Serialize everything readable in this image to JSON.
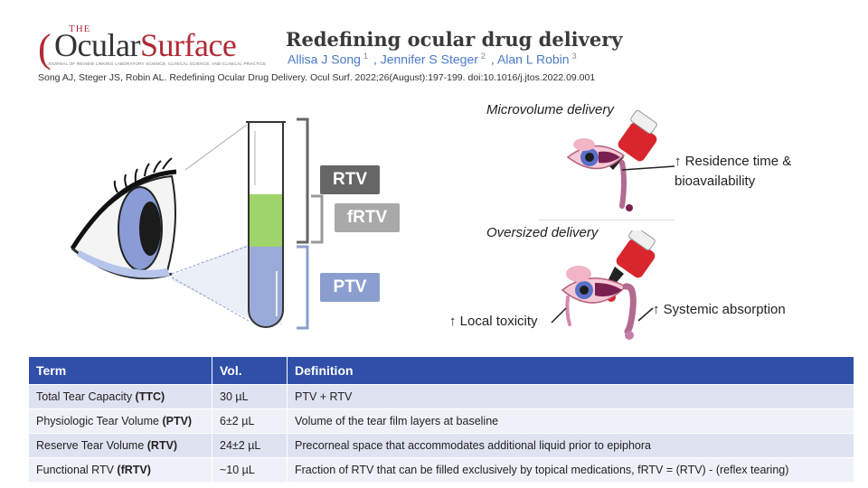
{
  "header": {
    "logo": {
      "the": "THE",
      "name_part1": "Ocular",
      "name_part2": "Surface",
      "tagline": "A JOURNAL OF REVIEW LINKING LABORATORY SCIENCE, CLINICAL SCIENCE, AND CLINICAL PRACTICE"
    },
    "title": "Redefining ocular drug delivery",
    "authors": [
      {
        "name": "Allisa J Song",
        "sup": "1"
      },
      {
        "name": "Jennifer S Steger",
        "sup": "2"
      },
      {
        "name": "Alan L Robin",
        "sup": "3"
      }
    ],
    "citation": "Song AJ, Steger JS, Robin AL. Redefining Ocular Drug Delivery. Ocul Surf. 2022;26(August):197-199. doi:10.1016/j.jtos.2022.09.001"
  },
  "diagram": {
    "labels": {
      "rtv": "RTV",
      "frtv": "fRTV",
      "ptv": "PTV"
    },
    "colors": {
      "rtv": "#666666",
      "frtv": "#a9a9a9",
      "ptv": "#8a9fcf",
      "tube_green": "#9fd46a",
      "tube_blue": "#9aaad8",
      "drop_red": "#d8262c"
    }
  },
  "delivery": {
    "micro_title": "Microvolume delivery",
    "micro_note": "↑ Residence time & bioavailability",
    "over_title": "Oversized delivery",
    "over_note_local": "↑ Local toxicity",
    "over_note_systemic": "↑ Systemic absorption"
  },
  "table": {
    "headers": [
      "Term",
      "Vol.",
      "Definition"
    ],
    "rows": [
      {
        "term": "Total Tear Capacity ",
        "abbr": "(TTC)",
        "vol": "30 µL",
        "def": "PTV + RTV"
      },
      {
        "term": "Physiologic Tear Volume ",
        "abbr": "(PTV)",
        "vol": "6±2 µL",
        "def": "Volume of the tear film layers at baseline"
      },
      {
        "term": "Reserve Tear Volume ",
        "abbr": "(RTV)",
        "vol": "24±2 µL",
        "def": "Precorneal space that accommodates additional liquid prior to epiphora"
      },
      {
        "term": "Functional RTV ",
        "abbr": "(fRTV)",
        "vol": "~10 µL",
        "def": "Fraction of RTV that can be filled exclusively by topical medications, fRTV = (RTV) - (reflex tearing)"
      }
    ],
    "colors": {
      "header": "#2f4fa8",
      "row_odd": "#dfe3f1",
      "row_even": "#eff1f8"
    }
  }
}
